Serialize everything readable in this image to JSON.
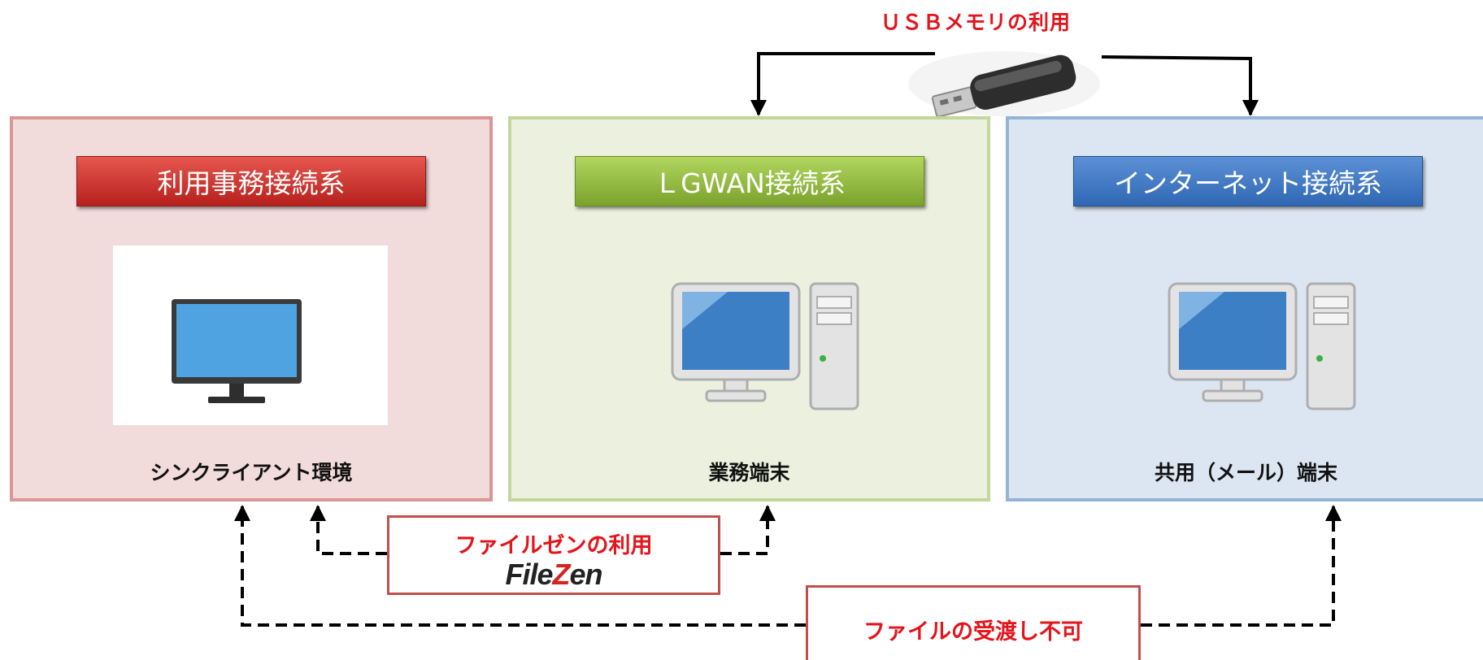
{
  "zones": {
    "red": {
      "title": "利用事務接続系",
      "device_label": "シンクライアント環境"
    },
    "green": {
      "title": "ＬGWAN接続系",
      "device_label": "業務端末"
    },
    "blue": {
      "title": "インターネット接続系",
      "device_label": "共用（メール）端末"
    }
  },
  "usb": {
    "label": "ＵＳＢメモリの利用",
    "icon": "usb-flash-drive-icon"
  },
  "filezen_callout": {
    "text": "ファイルゼンの利用",
    "logo_part1": "File",
    "logo_z": "Z",
    "logo_part2": "en"
  },
  "nofile_callout": {
    "text": "ファイルの受渡し不可"
  },
  "colors": {
    "red_zone_bg": "#f2dcdb",
    "green_zone_bg": "#ebf1de",
    "blue_zone_bg": "#dce6f2",
    "callout_text": "#e3141b",
    "callout_border": "#c0504d"
  }
}
